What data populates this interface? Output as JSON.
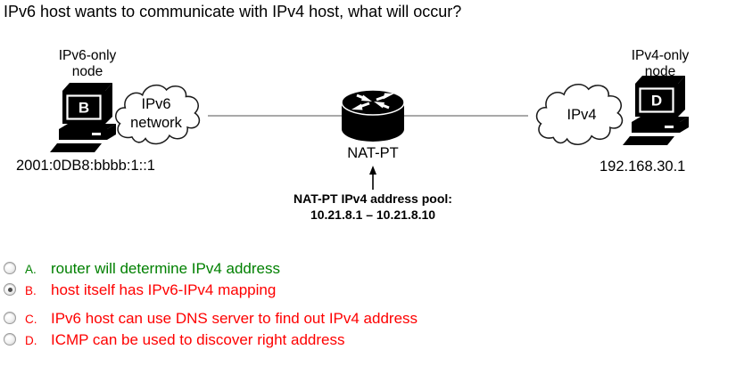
{
  "question": {
    "title": "IPv6 host wants to communicate with IPv4 host, what will occur?"
  },
  "diagram": {
    "left_node": {
      "label_line1": "IPv6-only",
      "label_line2": "node",
      "host_letter": "B",
      "address": "2001:0DB8:bbbb:1::1"
    },
    "left_cloud": {
      "label_line1": "IPv6",
      "label_line2": "network"
    },
    "router": {
      "label": "NAT-PT"
    },
    "pool_note": {
      "line1": "NAT-PT IPv4 address pool:",
      "line2": "10.21.8.1 – 10.21.8.10"
    },
    "right_cloud": {
      "label": "IPv4"
    },
    "right_node": {
      "label_line1": "IPv4-only",
      "label_line2": "node",
      "host_letter": "D",
      "address": "192.168.30.1"
    }
  },
  "options": [
    {
      "letter": "A.",
      "text": "router will determine IPv4 address",
      "color": "#008000",
      "selected": false
    },
    {
      "letter": "B.",
      "text": "host itself has IPv6-IPv4 mapping",
      "color": "#fe0000",
      "selected": true
    },
    {
      "letter": "C.",
      "text": "IPv6 host can use DNS server to find out IPv4 address",
      "color": "#fe0000",
      "selected": false
    },
    {
      "letter": "D.",
      "text": "ICMP can be used to discover right address",
      "color": "#fe0000",
      "selected": false
    }
  ],
  "colors": {
    "correct_answer": "#008000",
    "wrong_answer": "#fe0000",
    "link_line": "#a9a9a9"
  }
}
